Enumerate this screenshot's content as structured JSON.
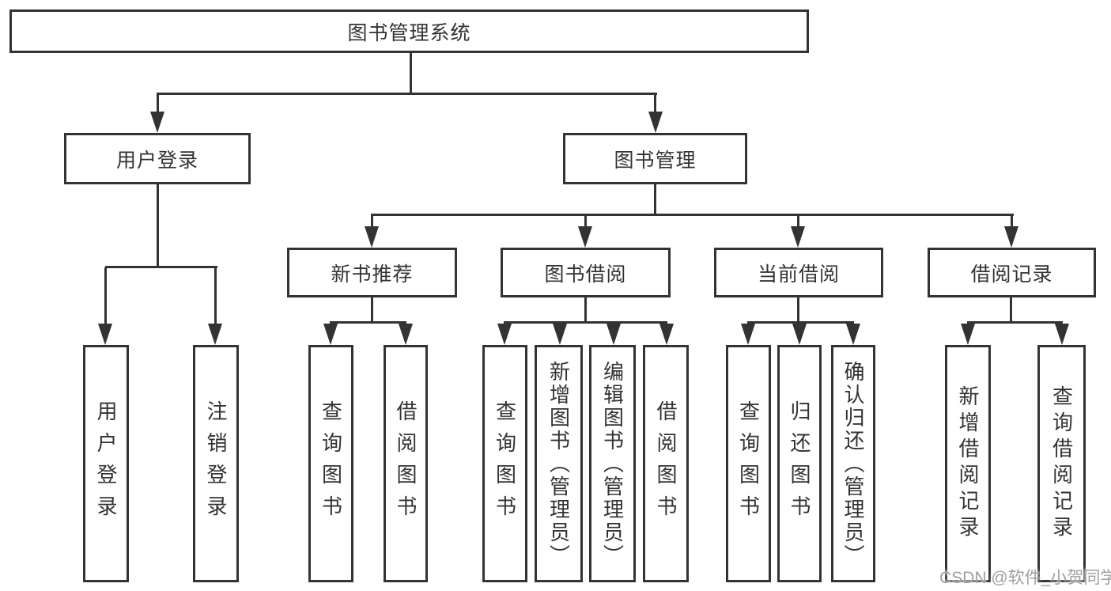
{
  "diagram": {
    "root": "图书管理系统",
    "level2": {
      "user_login": "用户登录",
      "book_mgmt": "图书管理"
    },
    "level3": {
      "new_book_rec": "新书推荐",
      "book_borrow": "图书借阅",
      "current_borrow": "当前借阅",
      "borrow_records": "借阅记录"
    },
    "leaves": {
      "user_login_leaf": "用户登录",
      "logout_leaf": "注销登录",
      "rec_query_book": "查询图书",
      "rec_borrow_book": "借阅图书",
      "bb_query_book": "查询图书",
      "bb_add_book": "新增图书（管理员）",
      "bb_edit_book": "编辑图书（管理员）",
      "bb_borrow_book": "借阅图书",
      "cb_query_book": "查询图书",
      "cb_return_book": "归还图书",
      "cb_confirm_return": "确认归还（管理员）",
      "br_add_record": "新增借阅记录",
      "br_query_record": "查询借阅记录"
    },
    "watermark": "CSDN @软件_小贺同学"
  }
}
